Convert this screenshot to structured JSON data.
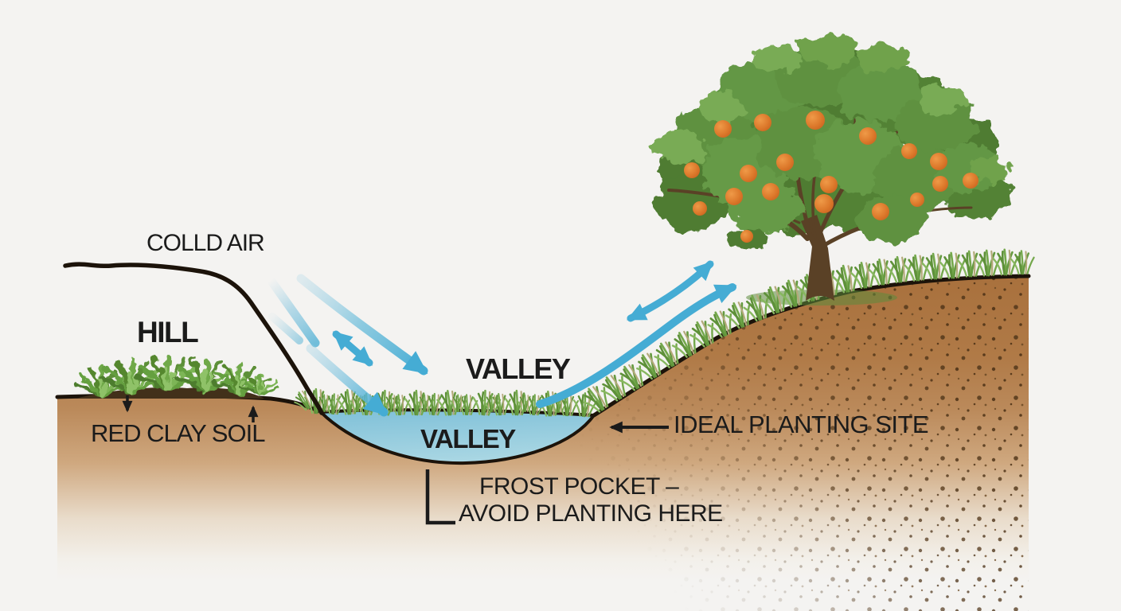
{
  "labels": {
    "cold_air": "COLLD AIR",
    "hill": "HILL",
    "red_clay_soil": "RED CLAY SOIL",
    "valley_air": "VALLEY",
    "valley_pool": "VALLEY",
    "ideal_planting_site": "IDEAL PLANTING SITE",
    "frost_pocket_line1": "FROST POCKET –",
    "frost_pocket_line2": "AVOID PLANTING HERE"
  },
  "figures": {
    "cold_air_arrows": "blue-arrows-flowing-downslope-into-valley",
    "upslope_air_arrows": "blue-arrows-rising-up-right-slope-toward-tree",
    "frost_pond": "blue-frost-pocket-pool-in-valley",
    "peach_tree": "fruit-tree-on-upper-slope",
    "hillside_shrubs": "green-shrubs-on-left-hill",
    "soil_cross_section": "brown-soil-profile-fading-to-white",
    "red_clay_arrows": "small-black-up-and-down-arrows",
    "ideal_site_arrow": "black-arrow-pointing-left-at-slope",
    "frost_bracket": "black-L-bracket-pointing-at-pool"
  },
  "colors": {
    "background": "#f4f3f1",
    "soil_top": "#a8703c",
    "soil_mid": "#c49a6e",
    "water": "#8cc7dc",
    "airflow_arrow": "#45acd4",
    "annotation_ink": "#1b1b1b",
    "terrain_outline": "#1c130a",
    "grass": "#6a9c42",
    "foliage": "#5e9140",
    "fruit": "#d9742a",
    "trunk": "#5a4126"
  }
}
